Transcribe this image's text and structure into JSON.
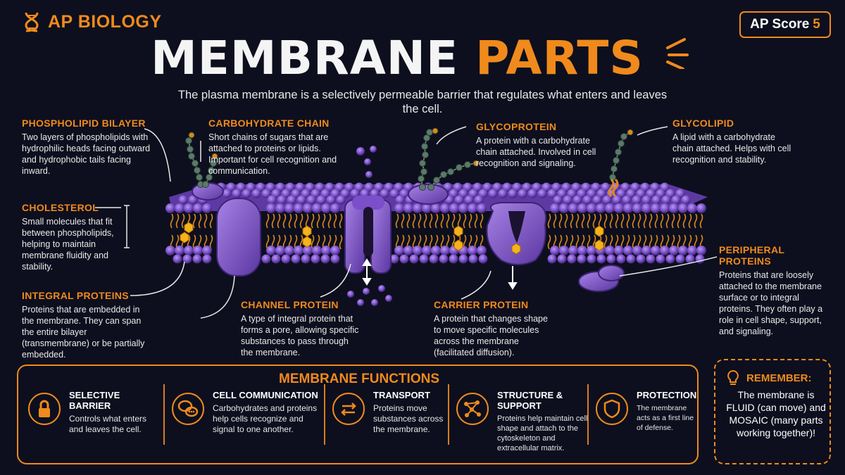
{
  "header": {
    "brand": "AP BIOLOGY",
    "score_prefix": "AP Score",
    "score_value": "5",
    "title_part1": "MEMBRANE",
    "title_part2": "PARTS",
    "subtitle": "The plasma membrane is a selectively permeable barrier that regulates what enters and leaves the cell."
  },
  "callouts": {
    "phospholipid": {
      "label": "PHOSPHOLIPID BILAYER",
      "text": "Two layers of phospholipids with hydrophilic heads facing outward and hydrophobic tails facing inward."
    },
    "carbohydrate": {
      "label": "CARBOHYDRATE CHAIN",
      "text": "Short chains of sugars that are attached to proteins or lipids. Important for cell recognition and communication."
    },
    "glycoprotein": {
      "label": "GLYCOPROTEIN",
      "text": "A protein with a carbohydrate chain attached. Involved in cell recognition and signaling."
    },
    "glycolipid": {
      "label": "GLYCOLIPID",
      "text": "A lipid with a carbohydrate chain attached. Helps with cell recognition and stability."
    },
    "cholesterol": {
      "label": "CHOLESTEROL",
      "text": "Small molecules that fit between phospholipids, helping to maintain membrane fluidity and stability."
    },
    "integral": {
      "label": "INTEGRAL PROTEINS",
      "text": "Proteins that are embedded in the membrane. They can span the entire bilayer (transmembrane) or be partially embedded."
    },
    "channel": {
      "label": "CHANNEL PROTEIN",
      "text": "A type of integral protein that forms a pore, allowing specific substances to pass through the membrane."
    },
    "carrier": {
      "label": "CARRIER PROTEIN",
      "text": "A protein that changes shape to move specific molecules across the membrane (facilitated diffusion)."
    },
    "peripheral": {
      "label": "PERIPHERAL PROTEINS",
      "text": "Proteins that are loosely attached to the membrane surface or to integral proteins. They often play a role in cell shape, support, and signaling."
    }
  },
  "functions": {
    "title": "MEMBRANE FUNCTIONS",
    "items": [
      {
        "name": "SELECTIVE BARRIER",
        "desc": "Controls what enters and leaves the cell.",
        "icon": "lock-icon"
      },
      {
        "name": "CELL COMMUNICATION",
        "desc": "Carbohydrates and proteins help cells recognize and signal to one another.",
        "icon": "chat-bubbles-icon"
      },
      {
        "name": "TRANSPORT",
        "desc": "Proteins move substances across the membrane.",
        "icon": "two-way-arrows-icon"
      },
      {
        "name": "STRUCTURE & SUPPORT",
        "desc": "Proteins help maintain cell shape and attach to the cytoskeleton and extracellular matrix.",
        "icon": "network-icon"
      },
      {
        "name": "PROTECTION",
        "desc": "The membrane acts as a first line of defense.",
        "icon": "shield-icon"
      }
    ]
  },
  "remember": {
    "title": "REMEMBER:",
    "body": "The membrane is FLUID (can move) and MOSAIC (many parts working together)!",
    "icon": "lightbulb-icon"
  },
  "colors": {
    "accent": "#f08a1c",
    "background": "#0d0f1e",
    "membrane": "#7a4fc9",
    "tails": "#e08a1c"
  }
}
